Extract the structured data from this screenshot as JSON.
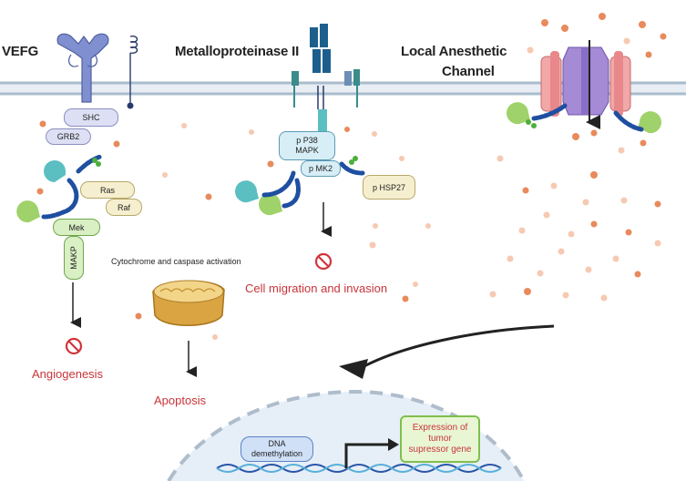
{
  "titles": {
    "vefg": "VEFG",
    "metalloproteinase": "Metalloproteinase II",
    "local_anesthetic_line1": "Local Anesthetic",
    "local_anesthetic_line2": "Channel"
  },
  "vegf_pathway": {
    "shc": "SHC",
    "grb2": "GRB2",
    "ras": "Ras",
    "raf": "Raf",
    "mek": "Mek",
    "makp": "MAKP"
  },
  "mmp_pathway": {
    "p38_line1": "p P38",
    "p38_line2": "MAPK",
    "mk2": "p MK2",
    "hsp27": "p HSP27"
  },
  "labels": {
    "cytochrome": "Cytochrome and caspase activation"
  },
  "outcomes": {
    "cell_migration": "Cell migration and invasion",
    "angiogenesis": "Angiogenesis",
    "apoptosis": "Apoptosis"
  },
  "nucleus": {
    "dna_line1": "DNA",
    "dna_line2": "demethylation",
    "expression_line1": "Expression of",
    "expression_line2": "tumor",
    "expression_line3": "supressor gene"
  },
  "colors": {
    "outcome_red": "#c8343a",
    "inhibit_red": "#d0363b",
    "membrane": "#a9bccc",
    "molecule_orange": "#e88a5c",
    "channel_purple": "#a58ad6",
    "channel_pink": "#f2a7a8"
  },
  "icons": [
    "inhibit-icon",
    "mitochondrion-icon",
    "dna-helix-icon",
    "receptor-icon"
  ]
}
